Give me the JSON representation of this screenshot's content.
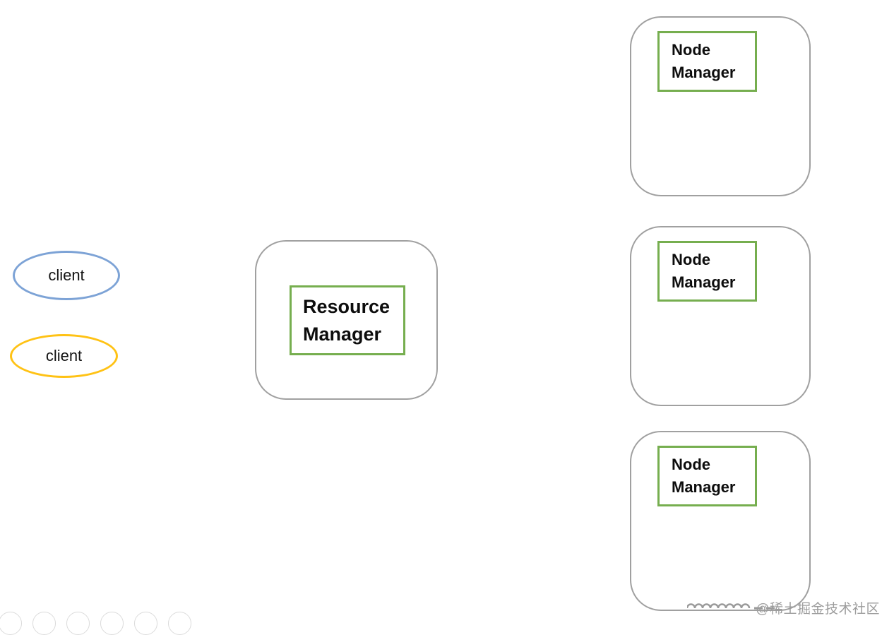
{
  "diagram": {
    "clients": [
      {
        "label": "client",
        "border_color": "#7DA3D6"
      },
      {
        "label": "client",
        "border_color": "#FFC214"
      }
    ],
    "resource_manager": {
      "label": "Resource Manager"
    },
    "node_managers": [
      {
        "label": "Node Manager"
      },
      {
        "label": "Node Manager"
      },
      {
        "label": "Node Manager"
      }
    ],
    "colors": {
      "container_border": "#A0A0A0",
      "label_box_border": "#76AE4F",
      "client_blue_border": "#7DA3D6",
      "client_yellow_border": "#FFC214",
      "text": "#0d0d0d",
      "background": "#ffffff"
    }
  },
  "watermark": {
    "text": "@稀土掘金技术社区",
    "color": "#9C9C9C"
  },
  "bottom_toolbar": {
    "visible_button_count": 6
  }
}
